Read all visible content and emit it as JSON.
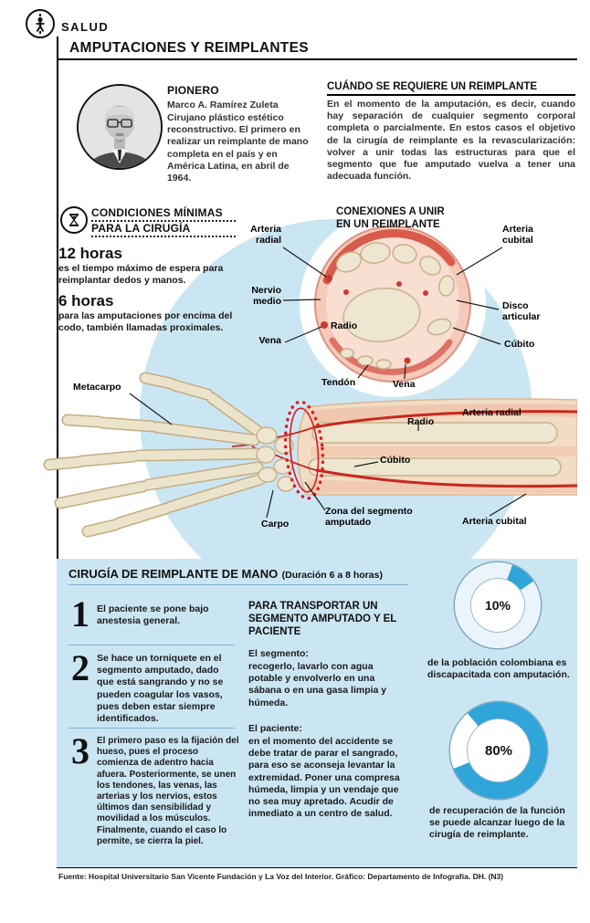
{
  "colors": {
    "panel_blue": "#cbe6f3",
    "chart_blue": "#2fa5d9",
    "artery_red": "#c8281e",
    "bone": "#eee6d0",
    "skin": "#f2dcc4"
  },
  "header": {
    "brand": "SALUD",
    "title": "AMPUTACIONES Y REIMPLANTES"
  },
  "icons": {
    "logo": "person-in-circle-icon",
    "hourglass": "hourglass-icon",
    "portrait": "portrait-photo"
  },
  "pionero": {
    "heading": "PIONERO",
    "name": "Marco A. Ramírez Zuleta",
    "text": "Cirujano plástico estético reconstructivo. El primero en realizar un reimplante de mano completa en el país y en América Latina, en abril de 1964."
  },
  "cuando": {
    "heading": "CUÁNDO SE REQUIERE UN REIMPLANTE",
    "text": "En el momento de la amputación, es decir, cuando hay separación de cualquier segmento corporal completa o parcialmente. En estos casos el objetivo de la cirugía de reimplante es la revascularización: volver a unir todas las estructuras para que el segmento que fue amputado vuelva a tener una adecuada función."
  },
  "condiciones": {
    "heading_line1": "CONDICIONES MÍNIMAS",
    "heading_line2": "PARA LA CIRUGÍA",
    "item1_value": "12 horas",
    "item1_text": "es el tiempo máximo de espera para reimplantar dedos y manos.",
    "item2_value": "6 horas",
    "item2_text": "para las amputaciones por encima del codo, también llamadas proximales."
  },
  "conexiones": {
    "heading_line1": "CONEXIONES A UNIR",
    "heading_line2": "EN UN REIMPLANTE",
    "labels": {
      "arteria_radial": "Arteria radial",
      "nervio_medio": "Nervio medio",
      "vena_izquierda": "Vena",
      "tendon": "Tendón",
      "vena_derecha": "Vena",
      "arteria_cubital": "Arteria cubital",
      "disco_articular": "Disco articular",
      "cubito": "Cúbito",
      "radio": "Radio"
    }
  },
  "arm": {
    "metacarpo": "Metacarpo",
    "carpo": "Carpo",
    "zona": "Zona del segmento amputado",
    "radio": "Radio",
    "cubito": "Cúbito",
    "arteria_radial": "Arteria radial",
    "arteria_cubital": "Arteria cubital"
  },
  "cirugia": {
    "heading": "CIRUGÍA DE REIMPLANTE DE MANO",
    "duration": "(Duración 6 a 8 horas)",
    "steps": [
      {
        "num": "1",
        "text": "El paciente se pone bajo anestesia general."
      },
      {
        "num": "2",
        "text": "Se hace un torniquete en el segmento amputado, dado que está sangrando y no se pueden coagular los vasos, pues deben estar siempre identificados."
      },
      {
        "num": "3",
        "text": "El primero paso es la fijación del hueso, pues el proceso comienza de adentro hacia afuera. Posteriormente, se unen los tendones, las venas, las arterias y los nervios, estos últimos dan sensibilidad y movilidad a los músculos. Finalmente, cuando el caso lo permite, se cierra la piel."
      }
    ]
  },
  "transporte": {
    "heading": "PARA TRANSPORTAR UN SEGMENTO AMPUTADO Y EL PACIENTE",
    "segmento_label": "El segmento:",
    "segmento_text": "recogerlo, lavarlo con agua potable y envolverlo en una sábana o en una gasa limpia y húmeda.",
    "paciente_label": "El paciente:",
    "paciente_text": "en el momento del accidente se debe tratar de parar el sangrado, para eso se aconseja levantar la extremidad. Poner una compresa húmeda, limpia y un vendaje que no sea muy apretado. Acudir de inmediato a un centro de salud."
  },
  "chart_data": [
    {
      "type": "pie",
      "label": "10%",
      "value": 10,
      "caption": "de la población colombiana es discapacitada con amputación.",
      "colors": {
        "filled": "#2fa5d9",
        "empty": "#eaf4fa"
      },
      "start_angle": 20
    },
    {
      "type": "pie",
      "label": "80%",
      "value": 80,
      "caption": "de recuperación de la función se puede alcanzar luego de la cirugía de reimplante.",
      "colors": {
        "filled": "#2fa5d9",
        "empty": "#ffffff"
      },
      "start_angle": 320
    }
  ],
  "footer": {
    "text": "Fuente: Hospital Universitario San Vicente Fundación y La Voz del Interior. Gráfico: Departamento de Infografía. DH. (N3)"
  }
}
